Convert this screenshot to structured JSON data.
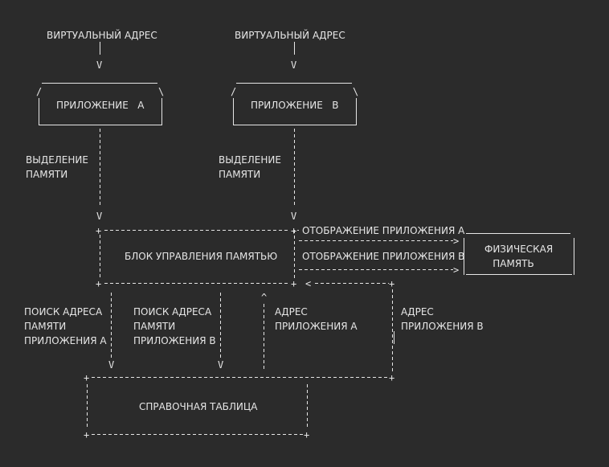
{
  "labels": {
    "virt_a": "ВИРТУАЛЬНЫЙ АДРЕС",
    "virt_b": "ВИРТУАЛЬНЫЙ АДРЕС",
    "app_a": "ПРИЛОЖЕНИЕ   А",
    "app_b": "ПРИЛОЖЕНИЕ   В",
    "alloc_a": "ВЫДЕЛЕНИЕ\nПАМЯТИ",
    "alloc_b": "ВЫДЕЛЕНИЕ\nПАМЯТИ",
    "mmu": "БЛОК УПРАВЛЕНИЯ ПАМЯТЬЮ",
    "map_a": "ОТОБРАЖЕНИЕ ПРИЛОЖЕНИЯ А",
    "map_b": "ОТОБРАЖЕНИЕ ПРИЛОЖЕНИЯ В",
    "phys": "ФИЗИЧЕСКАЯ\nПАМЯТЬ",
    "lookup_a": "ПОИСК АДРЕСА\nПАМЯТИ\nПРИЛОЖЕНИЯ А",
    "lookup_b": "ПОИСК АДРЕСА\nПАМЯТИ\nПРИЛОЖЕНИЯ В",
    "addr_a": "АДРЕС\nПРИЛОЖЕНИЯ А",
    "addr_b": "АДРЕС\nПРИЛОЖЕНИЯ В",
    "lut": "СПРАВОЧНАЯ ТАБЛИЦА"
  },
  "glyphs": {
    "down_arrow": "V",
    "up_arrow": "^",
    "corner": "+",
    "box_left_top": "/",
    "box_right_top": "\\",
    "arrow_right": ">",
    "arrow_left": "<"
  }
}
